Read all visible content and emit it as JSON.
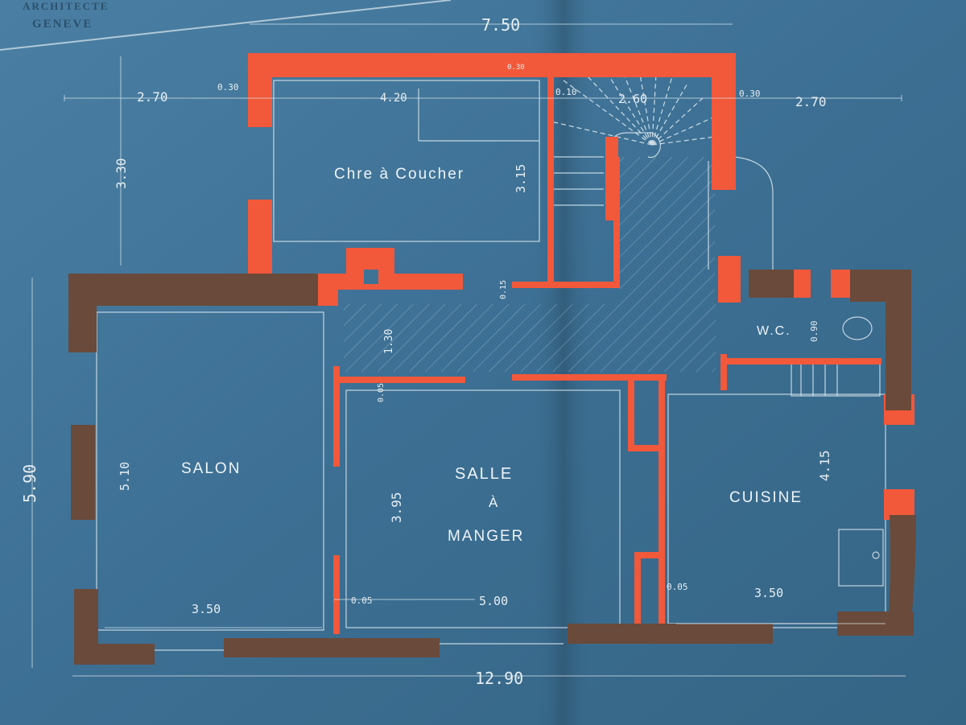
{
  "stamp": {
    "line1": "ARCHITECTE",
    "line2": "GENEVE"
  },
  "rooms": {
    "bedroom": "Chre à Coucher",
    "salon": "SALON",
    "dining_1": "SALLE",
    "dining_2": "À",
    "dining_3": "MANGER",
    "kitchen": "CUISINE",
    "wc": "W.C."
  },
  "dimensions": {
    "top_total": "7.50",
    "bottom_total": "12.90",
    "left_height": "5.90",
    "upper_left_height": "3.30",
    "left_offset": "2.70",
    "right_offset": "2.70",
    "wall_left": "0.30",
    "wall_right": "0.30",
    "bedroom_width": "4.20",
    "bedroom_height": "3.15",
    "stair_gap": "0.10",
    "stair_width": "2.60",
    "hall_depth": "1.30",
    "hall_wall": "0.15",
    "salon_height": "5.10",
    "salon_width": "3.50",
    "dining_height": "3.95",
    "dining_width": "5.00",
    "dining_wall": "0.05",
    "salon_wall": "0.05",
    "kitchen_height": "4.15",
    "kitchen_width": "3.50",
    "kitchen_wall": "0.05",
    "wc_depth": "0.90",
    "top_wall_mark": "0.30"
  }
}
